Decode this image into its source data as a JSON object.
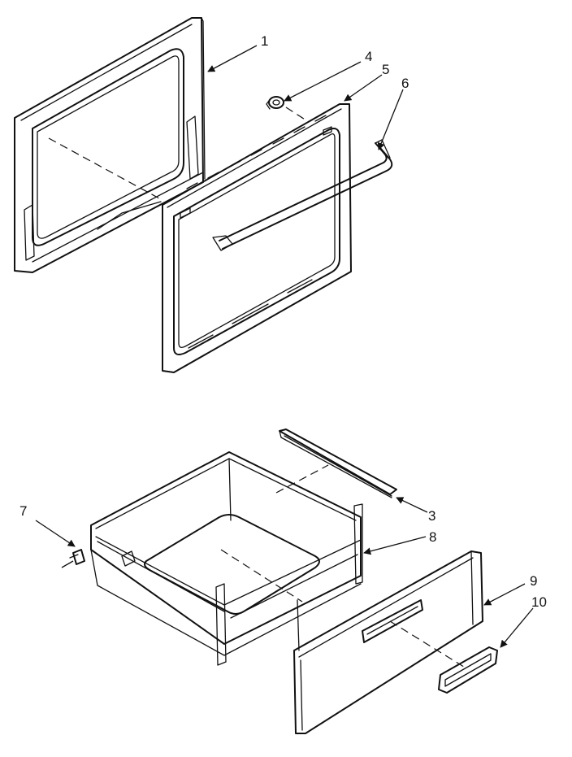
{
  "callouts": [
    {
      "id": "c1",
      "text": "1"
    },
    {
      "id": "c3",
      "text": "3"
    },
    {
      "id": "c4",
      "text": "4"
    },
    {
      "id": "c5",
      "text": "5"
    },
    {
      "id": "c6",
      "text": "6"
    },
    {
      "id": "c7",
      "text": "7"
    },
    {
      "id": "c8",
      "text": "8"
    },
    {
      "id": "c9",
      "text": "9"
    },
    {
      "id": "c10",
      "text": "10"
    }
  ]
}
